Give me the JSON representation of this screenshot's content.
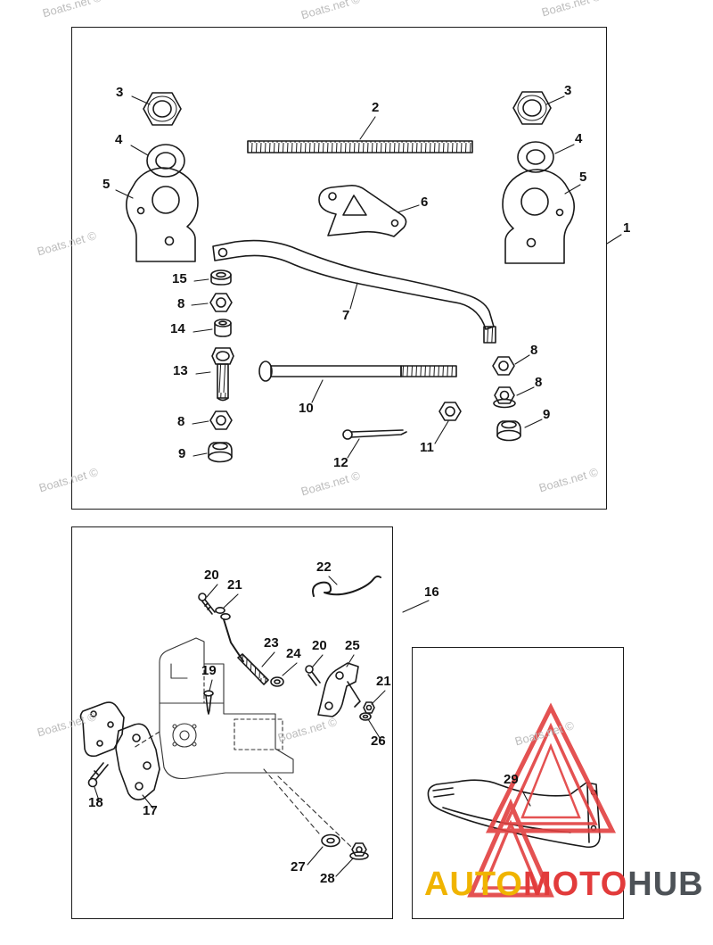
{
  "watermark": {
    "text": "Boats.net ©",
    "color": "#bdbdbd"
  },
  "parts": {
    "n1": "1",
    "n2": "2",
    "n3": "3",
    "n4": "4",
    "n5": "5",
    "n6": "6",
    "n7": "7",
    "n8": "8",
    "n9": "9",
    "n10": "10",
    "n11": "11",
    "n12": "12",
    "n13": "13",
    "n14": "14",
    "n15": "15",
    "n16": "16",
    "n17": "17",
    "n18": "18",
    "n19": "19",
    "n20": "20",
    "n21": "21",
    "n22": "22",
    "n23": "23",
    "n24": "24",
    "n25": "25",
    "n26": "26",
    "n27": "27",
    "n28": "28",
    "n29": "29"
  },
  "logo": {
    "auto": "AUTO",
    "moto": "MOTO",
    "hub": "HUB",
    "auto_color": "#f0b400",
    "moto_color": "#e23b3b",
    "hub_color": "#4d5257",
    "triangle_color": "#e24040"
  }
}
